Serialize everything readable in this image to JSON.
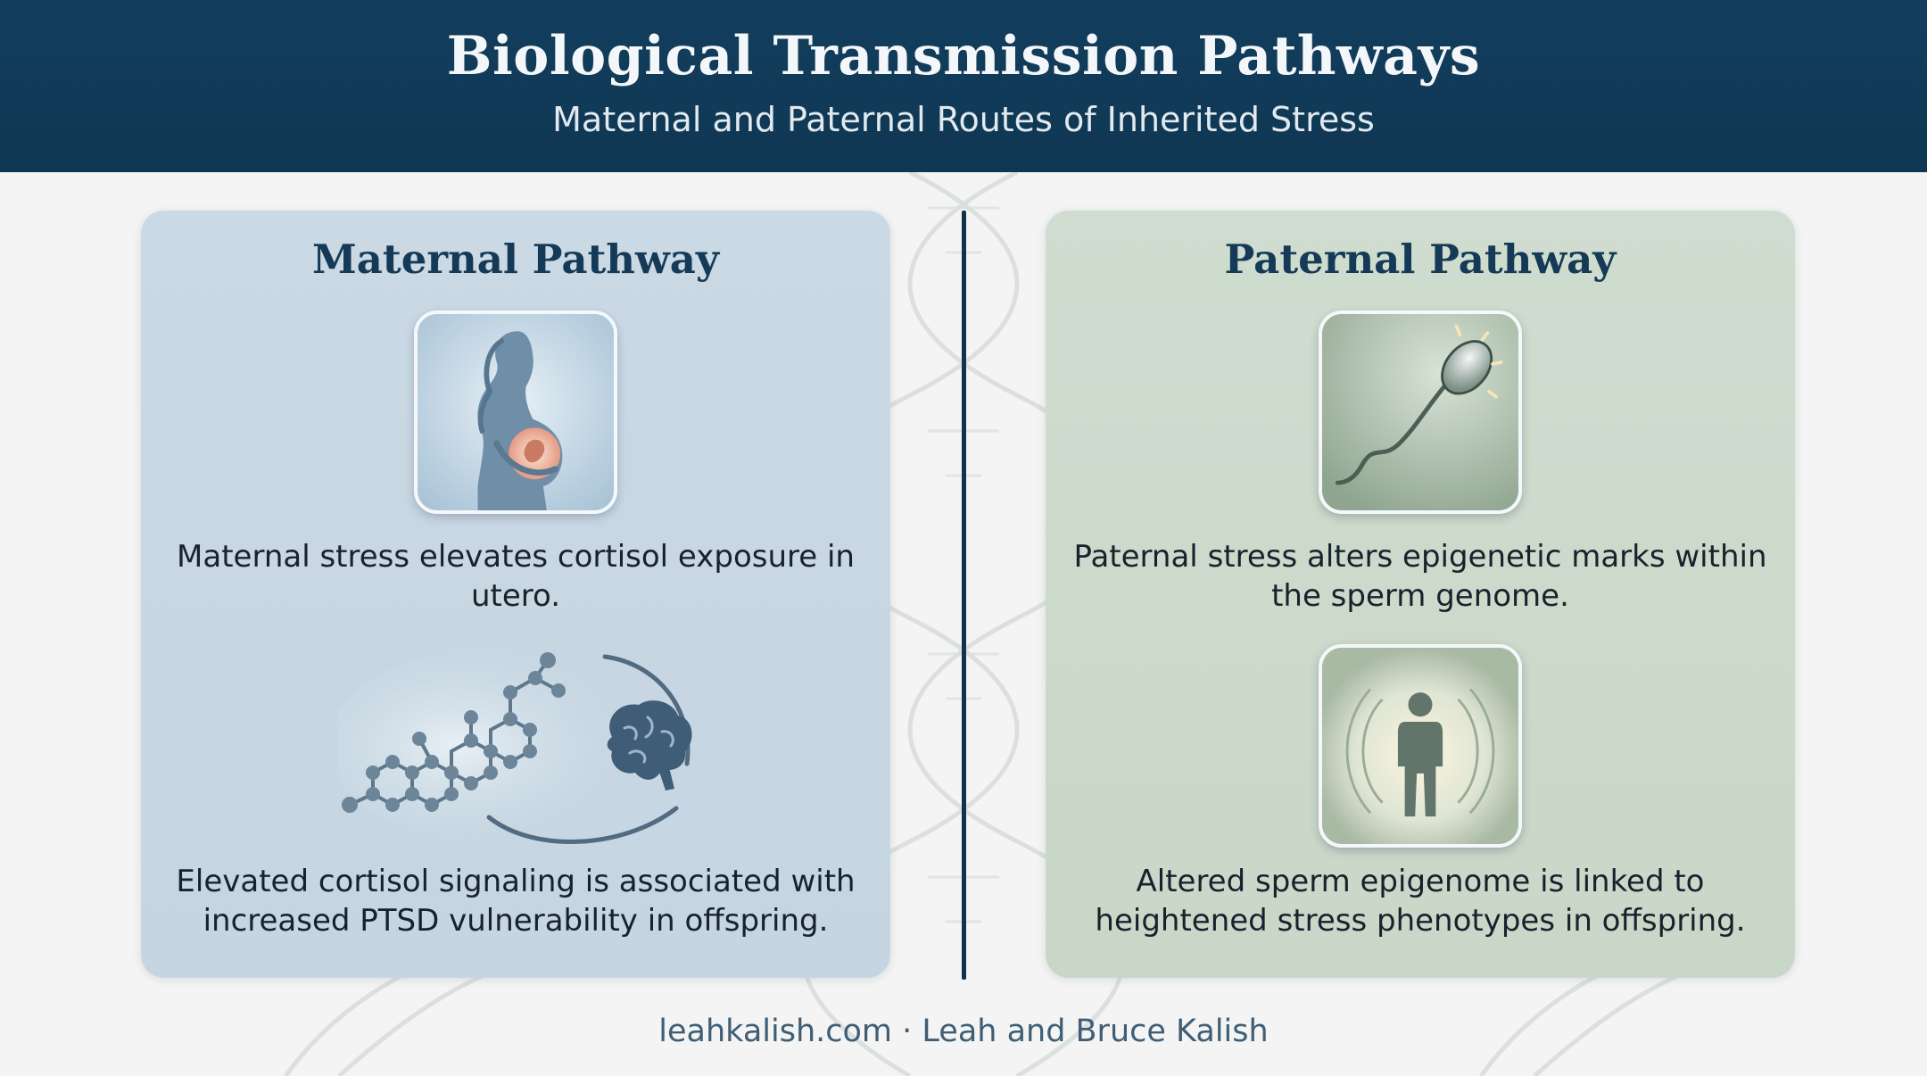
{
  "header": {
    "title": "Biological Transmission Pathways",
    "subtitle": "Maternal and Paternal Routes of Inherited Stress"
  },
  "maternal": {
    "title": "Maternal Pathway",
    "icon_top": "pregnant-woman-with-fetus-icon",
    "text_top": "Maternal stress elevates cortisol exposure in utero.",
    "icon_bottom": "cortisol-molecule-to-brain-icon",
    "text_bottom": "Elevated cortisol signaling is associated with increased PTSD vulnerability in offspring."
  },
  "paternal": {
    "title": "Paternal Pathway",
    "icon_top": "sperm-cell-icon",
    "text_top": "Paternal stress alters epigenetic marks within the sperm genome.",
    "icon_bottom": "person-with-stress-waves-icon",
    "text_bottom": "Altered sperm epigenome is linked to heightened stress phenotypes in offspring."
  },
  "footer": {
    "credit": "leahkalish.com · Leah and Bruce Kalish"
  },
  "colors": {
    "header_bg": "#123e5d",
    "maternal_panel": "#c8d8e3",
    "paternal_panel": "#ccdacb",
    "title_text": "#143a57",
    "divider": "#12324a"
  }
}
